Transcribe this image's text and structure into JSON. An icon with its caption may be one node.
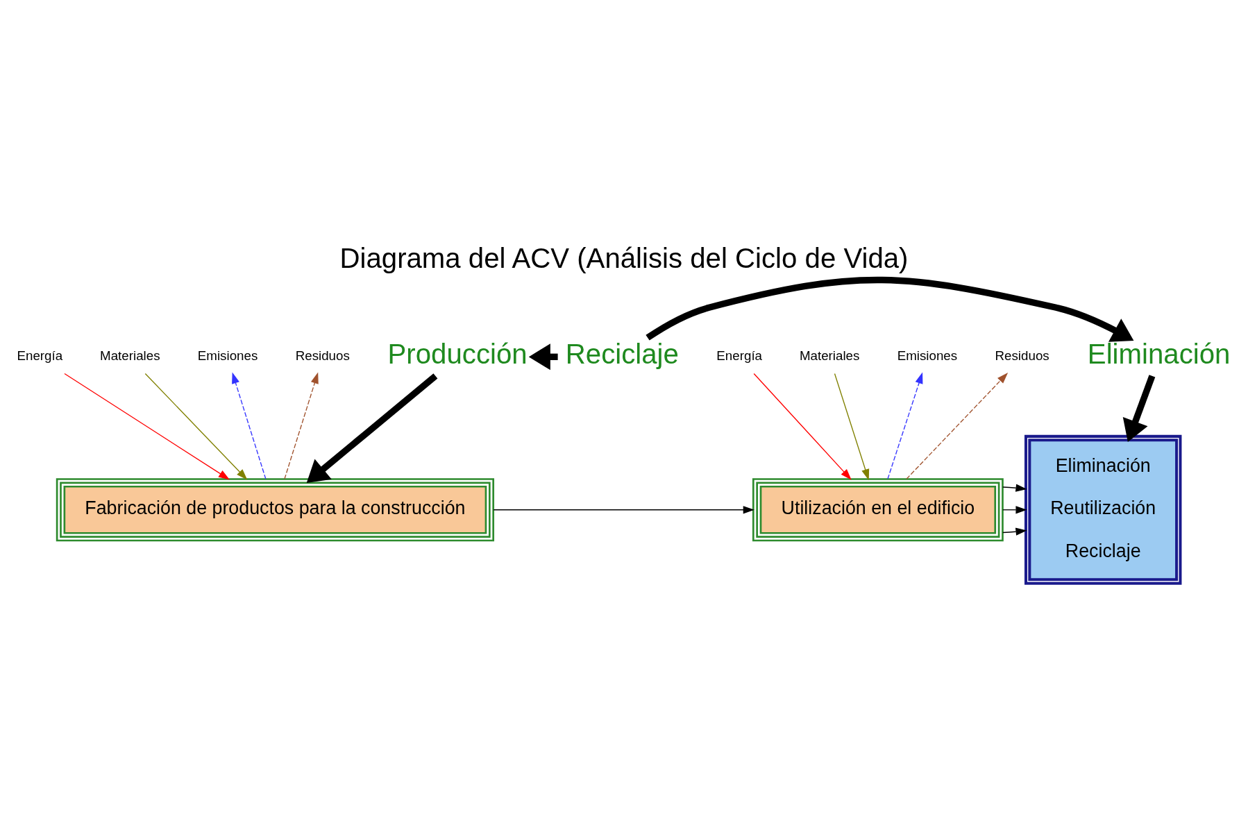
{
  "diagram": {
    "title": "Diagrama del ACV (Análisis del Ciclo de Vida)",
    "nodes": [
      {
        "text": [
          "Energía"
        ]
      },
      {
        "text": [
          "Emisiones"
        ]
      },
      {
        "text": [
          "Materiales"
        ]
      },
      {
        "text": [
          "Residuos"
        ]
      },
      {
        "text": [
          "Fabricación de productos para la construcción"
        ]
      },
      {
        "text": [
          "Energía"
        ]
      },
      {
        "text": [
          "Emisiones"
        ]
      },
      {
        "text": [
          "Materiales"
        ]
      },
      {
        "text": [
          "Residuos"
        ]
      },
      {
        "text": [
          "Utilización en el edificio"
        ]
      },
      {
        "text": [
          "Eliminación",
          "Reutilización",
          "Reciclaje"
        ]
      },
      {
        "text": [
          "Producción"
        ]
      },
      {
        "text": [
          "Reciclaje"
        ]
      },
      {
        "text": [
          "Eliminación"
        ]
      }
    ],
    "edges": [
      {
        "from": 0,
        "to": 4,
        "arrow": "to",
        "color": "#ff0000"
      },
      {
        "from": 4,
        "to": 1,
        "arrow": "to",
        "style": "dashed",
        "color": "#3333ff"
      },
      {
        "from": 2,
        "to": 4,
        "arrow": "to",
        "color": "#808000"
      },
      {
        "from": 4,
        "to": 3,
        "arrow": "to",
        "style": "dashed",
        "color": "#a0522d"
      },
      {
        "from": 4,
        "to": 9,
        "arrow": "to"
      },
      {
        "from": 5,
        "to": 9,
        "arrow": "to",
        "color": "#ff0000"
      },
      {
        "from": 9,
        "to": 6,
        "arrow": "to",
        "style": "dashed",
        "color": "#3333ff"
      },
      {
        "from": 7,
        "to": 9,
        "arrow": "to",
        "color": "#808000"
      },
      {
        "from": 9,
        "to": 8,
        "arrow": "to",
        "style": "dashed",
        "color": "#a0522d"
      },
      {
        "from": 9,
        "to": 10,
        "arrow": "to"
      },
      {
        "from": 9,
        "to": 10,
        "arrow": "to"
      },
      {
        "from": 9,
        "to": 10,
        "arrow": "to"
      },
      {
        "from": 11,
        "to": 4,
        "arrow": "to",
        "style": "thick"
      },
      {
        "from": 13,
        "to": 10,
        "arrow": "to",
        "style": "thick"
      },
      {
        "from": 12,
        "to": 11,
        "arrow": "to",
        "style": "thick"
      },
      {
        "from": 12,
        "to": 13,
        "arrow": "to",
        "style": "thick"
      }
    ]
  }
}
